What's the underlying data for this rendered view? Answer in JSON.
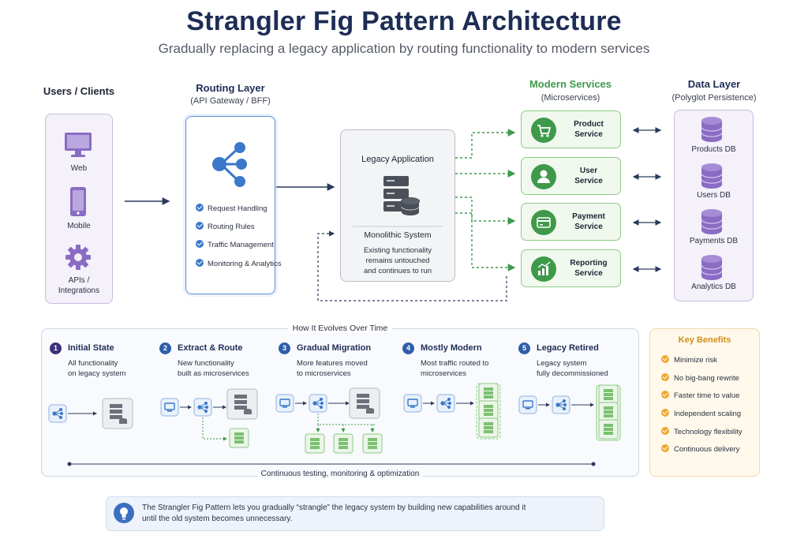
{
  "header": {
    "title": "Strangler Fig Pattern Architecture",
    "subtitle": "Gradually replacing a legacy application by routing functionality to modern services"
  },
  "users": {
    "heading": "Users / Clients",
    "items": [
      {
        "label": "Web",
        "icon": "monitor-icon"
      },
      {
        "label": "Mobile",
        "icon": "mobile-icon"
      },
      {
        "label": "APIs /\nIntegrations",
        "icon": "gear-icon"
      }
    ]
  },
  "routing": {
    "heading": "Routing Layer",
    "subheading": "(API Gateway / BFF)",
    "icon": "share-nodes-icon",
    "features": [
      "Request Handling",
      "Routing Rules",
      "Traffic Management",
      "Monitoring & Analytics"
    ]
  },
  "legacy": {
    "title": "Legacy Application",
    "icon": "server-database-icon",
    "system": "Monolithic System",
    "description": "Existing functionality\nremains untouched\nand continues to run"
  },
  "modern": {
    "heading": "Modern Services",
    "subheading": "(Microservices)",
    "services": [
      {
        "label": "Product\nService",
        "icon": "cart-icon"
      },
      {
        "label": "User\nService",
        "icon": "user-icon"
      },
      {
        "label": "Payment\nService",
        "icon": "card-icon"
      },
      {
        "label": "Reporting\nService",
        "icon": "chart-icon"
      }
    ]
  },
  "data_layer": {
    "heading": "Data Layer",
    "subheading": "(Polyglot Persistence)",
    "databases": [
      {
        "label": "Products DB",
        "icon": "database-icon"
      },
      {
        "label": "Users DB",
        "icon": "database-icon"
      },
      {
        "label": "Payments DB",
        "icon": "database-icon"
      },
      {
        "label": "Analytics DB",
        "icon": "database-icon"
      }
    ]
  },
  "evolution": {
    "heading": "How It Evolves Over Time",
    "steps": [
      {
        "number": "1",
        "title": "Initial State",
        "description": "All functionality\non legacy system",
        "color": "#3d2f7a"
      },
      {
        "number": "2",
        "title": "Extract & Route",
        "description": "New functionality\nbuilt as microservices",
        "color": "#2f5ea8"
      },
      {
        "number": "3",
        "title": "Gradual Migration",
        "description": "More features moved\nto microservices",
        "color": "#2f5ea8"
      },
      {
        "number": "4",
        "title": "Mostly Modern",
        "description": "Most traffic routed to\nmicroservices",
        "color": "#2f5ea8"
      },
      {
        "number": "5",
        "title": "Legacy Retired",
        "description": "Legacy system\nfully decommissioned",
        "color": "#2f5ea8"
      }
    ],
    "timeline": "Continuous testing, monitoring & optimization"
  },
  "benefits": {
    "heading": "Key Benefits",
    "items": [
      "Minimize risk",
      "No big-bang rewrite",
      "Faster time to value",
      "Independent scaling",
      "Technology flexibility",
      "Continuous delivery"
    ]
  },
  "tip": {
    "icon": "lightbulb-icon",
    "text": "The Strangler Fig Pattern lets you gradually “strangle” the legacy system by building new capabilities around it\nuntil the old system becomes unnecessary."
  },
  "colors": {
    "title": "#1e2d55",
    "modern_green": "#3e9a4a",
    "data_purple": "#8a6cc4",
    "routing_blue": "#3b78c9",
    "benefit_orange": "#f0a830"
  }
}
